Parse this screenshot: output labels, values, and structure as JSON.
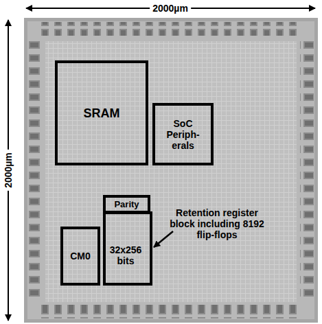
{
  "diagram": {
    "nodes": [
      {
        "text": [
          "SRAM"
        ]
      },
      {
        "text": [
          "SoC Periph- erals"
        ]
      },
      {
        "text": [
          "Parity"
        ]
      },
      {
        "text": [
          "32x256 bits"
        ]
      },
      {
        "text": [
          "CM0"
        ]
      }
    ],
    "labels": [
      "2000µm",
      "2000µm",
      "Retention register block including 8192 flip-flops"
    ]
  }
}
